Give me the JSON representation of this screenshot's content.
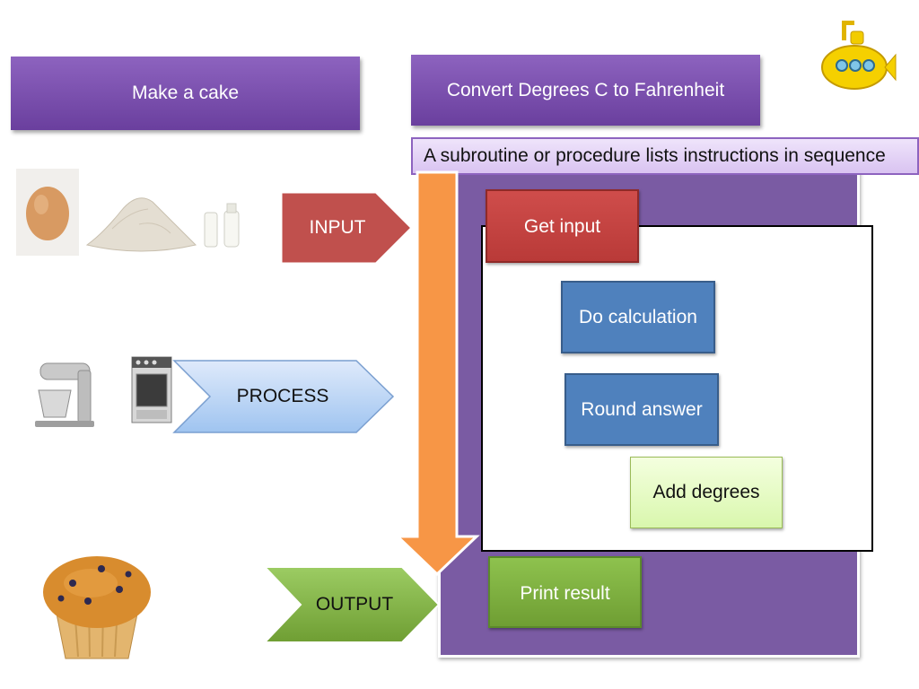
{
  "titles": {
    "left": "Make a cake",
    "right": "Convert Degrees  C to Fahrenheit"
  },
  "banner": {
    "text": "A subroutine or procedure lists  instructions in sequence"
  },
  "arrows": {
    "input": "INPUT",
    "process": "PROCESS",
    "output": "OUTPUT"
  },
  "steps": {
    "get_input": "Get input",
    "do_calculation": "Do calculation",
    "round_answer": "Round answer",
    "add_degrees": "Add degrees",
    "print_result": "Print result"
  },
  "colors": {
    "title_purple": "#7a4fad",
    "panel_purple": "#7a5ba3",
    "input_red": "#c0504d",
    "process_blue": "#c5dcf7",
    "output_green": "#7fb23f",
    "sequence_orange": "#f79646",
    "step_blue": "#4f81bd"
  },
  "icons": {
    "egg": "egg-icon",
    "flour": "flour-icon",
    "milk": "milk-bottles-icon",
    "mixer": "stand-mixer-icon",
    "oven": "oven-icon",
    "muffin": "muffin-icon",
    "submarine": "submarine-icon"
  }
}
